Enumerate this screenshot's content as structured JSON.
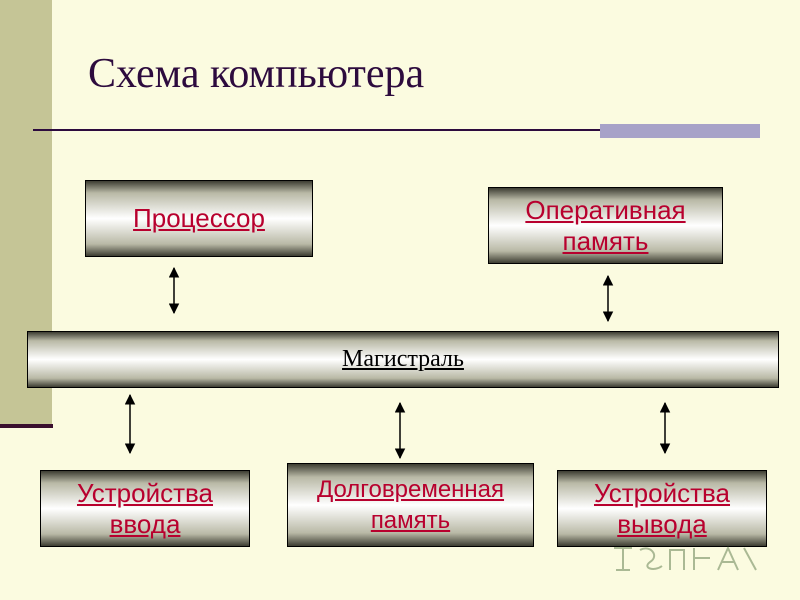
{
  "slide": {
    "title": "Схема компьютера"
  },
  "diagram": {
    "bus_label": "Магистраль",
    "nodes": {
      "processor": "Процессор",
      "ram": "Оперативная \nпамять",
      "input_devices": "Устройства\nввода",
      "long_term_memory": "Долговременная\nпамять",
      "output_devices": "Устройства \nвывода"
    },
    "connections": [
      {
        "from": "processor",
        "to": "bus",
        "type": "bidirectional"
      },
      {
        "from": "ram",
        "to": "bus",
        "type": "bidirectional"
      },
      {
        "from": "bus",
        "to": "input_devices",
        "type": "bidirectional"
      },
      {
        "from": "bus",
        "to": "long_term_memory",
        "type": "bidirectional"
      },
      {
        "from": "bus",
        "to": "output_devices",
        "type": "bidirectional"
      }
    ]
  },
  "colors": {
    "background": "#fbfbe0",
    "left_bar": "#c5c596",
    "title": "#2d0b3e",
    "link_text": "#b8002e",
    "rule_accent": "#a7a2c8"
  },
  "icons": {
    "watermark": "presentation-logo-watermark"
  }
}
